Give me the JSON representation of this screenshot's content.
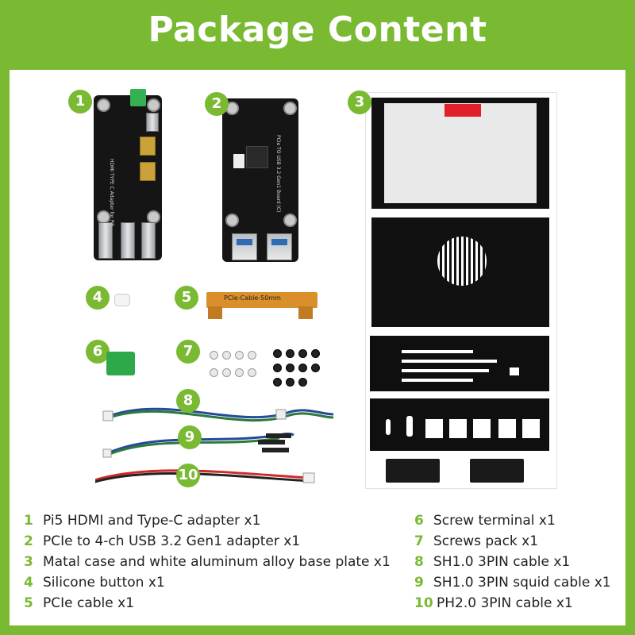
{
  "title": "Package Content",
  "items": [
    {
      "num": "1",
      "label": "Pi5 HDMI and Type-C adapter x1"
    },
    {
      "num": "2",
      "label": "PCIe to 4-ch USB 3.2 Gen1 adapter x1"
    },
    {
      "num": "3",
      "label": "Matal case and white aluminum alloy base plate x1"
    },
    {
      "num": "4",
      "label": "Silicone button x1"
    },
    {
      "num": "5",
      "label": "PCIe cable x1"
    },
    {
      "num": "6",
      "label": "Screw terminal x1"
    },
    {
      "num": "7",
      "label": "Screws pack x1"
    },
    {
      "num": "8",
      "label": "SH1.0 3PIN cable x1"
    },
    {
      "num": "9",
      "label": "SH1.0 3PIN squid cable x1"
    },
    {
      "num": "10",
      "label": "PH2.0 3PIN cable x1"
    }
  ],
  "board1_text": "HDMI TYPE C Adapter for Pi5",
  "board2_text": "PCIe TO USB 3.2 Gen1 Board (C)",
  "pcie_cable_text": "PCIe-Cable-50mm",
  "colors": {
    "accent": "#7ab932",
    "board": "#151515",
    "terminal": "#2fa84a",
    "flex": "#d9902a"
  }
}
